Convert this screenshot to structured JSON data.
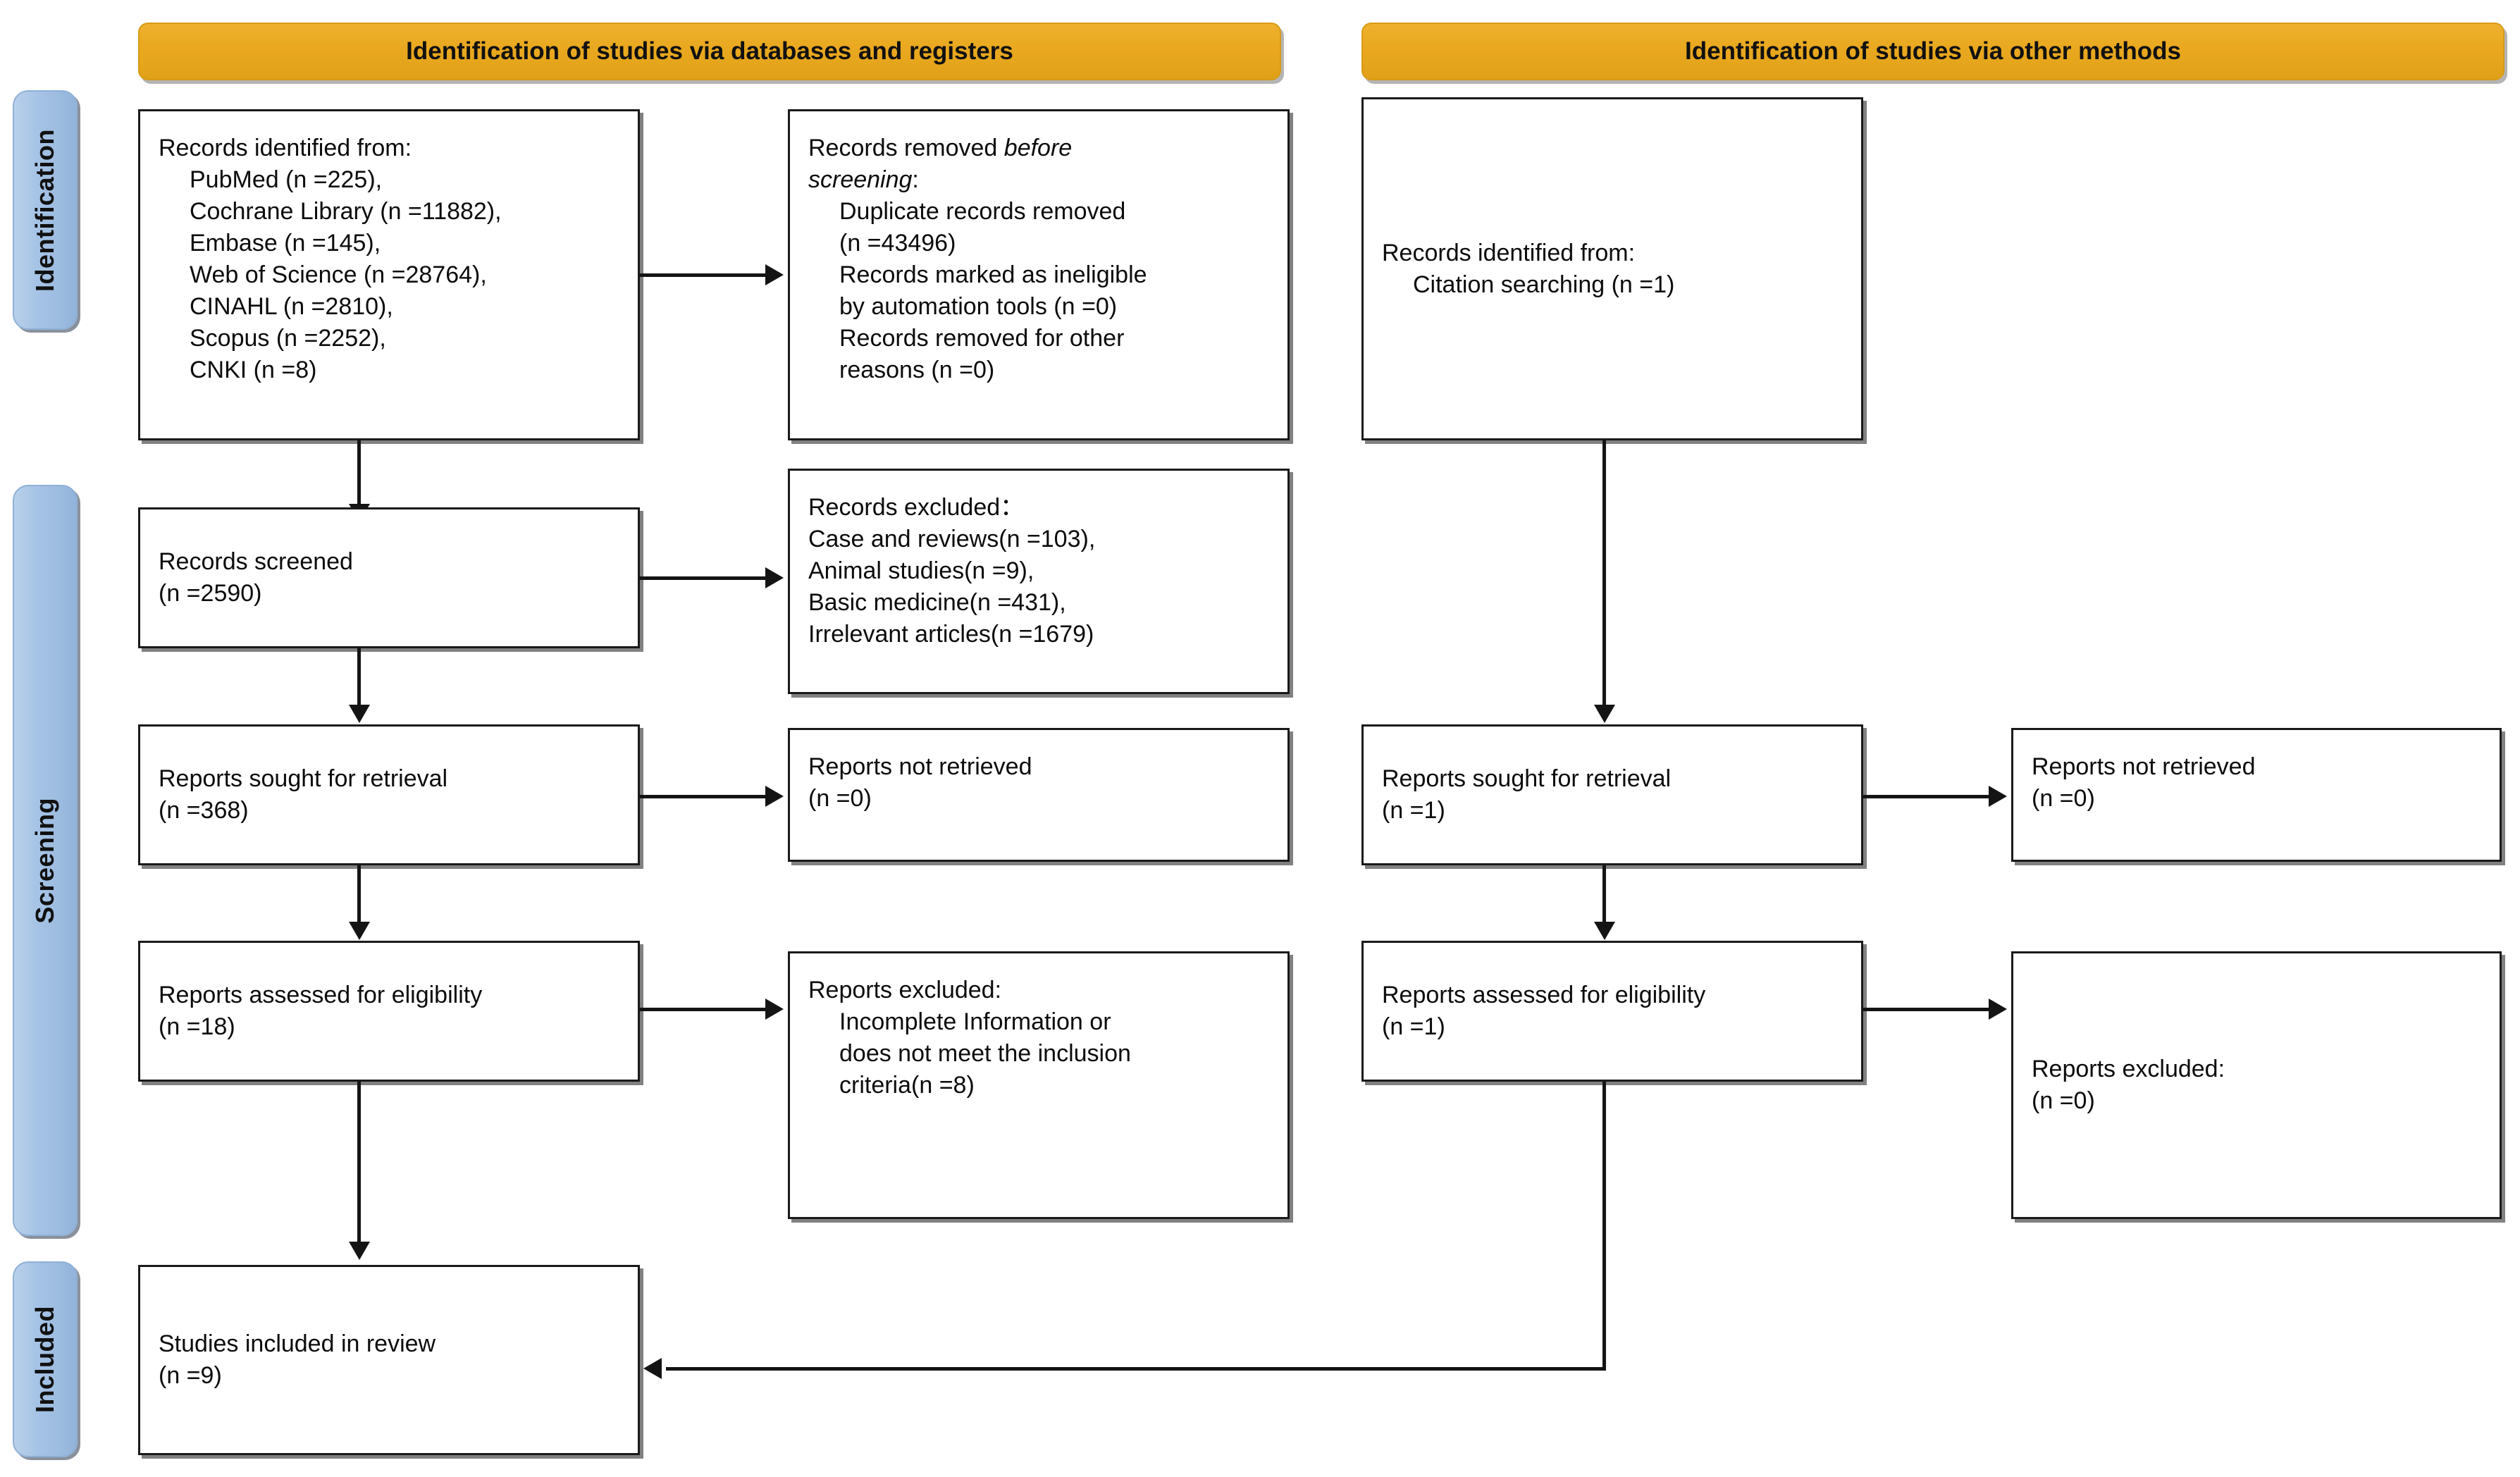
{
  "diagram": {
    "type": "PRISMA flow diagram",
    "phases": [
      {
        "id": "identification",
        "label": "Identification"
      },
      {
        "id": "screening",
        "label": "Screening"
      },
      {
        "id": "included",
        "label": "Included"
      }
    ],
    "banners": [
      {
        "id": "databases",
        "label": "Identification of studies via databases and registers"
      },
      {
        "id": "other-methods",
        "label": "Identification of studies via other methods"
      }
    ],
    "colors": {
      "banner": "#E9A81F",
      "phase_pill": "#A6C4E6",
      "box_border": "#1A1A1A",
      "connector": "#141414",
      "background": "#FFFFFF"
    },
    "boxes": {
      "records_identified_db": {
        "lines": [
          {
            "text": "Records identified from:",
            "indent": false
          },
          {
            "text": "PubMed (n =225),",
            "indent": true
          },
          {
            "text": "Cochrane Library (n =11882),",
            "indent": true
          },
          {
            "text": "Embase (n =145),",
            "indent": true
          },
          {
            "text": "Web of Science (n =28764),",
            "indent": true
          },
          {
            "text": "CINAHL (n =2810),",
            "indent": true
          },
          {
            "text": "Scopus (n =2252),",
            "indent": true
          },
          {
            "text": "CNKI (n =8)",
            "indent": true
          }
        ]
      },
      "records_removed_before_screening": {
        "lines": [
          {
            "text": "Records removed ",
            "italic_tail": "before",
            "indent": false
          },
          {
            "text": "",
            "italic_lead": "screening",
            "tail": ":",
            "indent": false
          },
          {
            "text": "Duplicate records removed",
            "indent": true
          },
          {
            "text": "(n =43496)",
            "indent": true
          },
          {
            "text": "Records marked as ineligible",
            "indent": true
          },
          {
            "text": "by automation tools (n =0)",
            "indent": true
          },
          {
            "text": "Records removed for other",
            "indent": true
          },
          {
            "text": "reasons (n =0)",
            "indent": true
          }
        ]
      },
      "records_screened": {
        "lines": [
          {
            "text": "Records screened",
            "indent": false
          },
          {
            "text": "(n =2590)",
            "indent": false
          }
        ]
      },
      "records_excluded": {
        "lines": [
          {
            "text": "Records excluded：",
            "indent": false
          },
          {
            "text": "Case and reviews(n =103),",
            "indent": false
          },
          {
            "text": "Animal studies(n =9),",
            "indent": false
          },
          {
            "text": "Basic medicine(n =431),",
            "indent": false
          },
          {
            "text": "Irrelevant articles(n =1679)",
            "indent": false
          }
        ]
      },
      "reports_sought_db": {
        "lines": [
          {
            "text": "Reports sought for retrieval",
            "indent": false
          },
          {
            "text": "(n =368)",
            "indent": false
          }
        ]
      },
      "reports_not_retrieved_db": {
        "lines": [
          {
            "text": "Reports not retrieved",
            "indent": false
          },
          {
            "text": "(n =0)",
            "indent": false
          }
        ]
      },
      "reports_assessed_db": {
        "lines": [
          {
            "text": "Reports assessed for eligibility",
            "indent": false
          },
          {
            "text": "(n =18)",
            "indent": false
          }
        ]
      },
      "reports_excluded_db": {
        "lines": [
          {
            "text": "Reports excluded:",
            "indent": false
          },
          {
            "text": "Incomplete Information or",
            "indent": true
          },
          {
            "text": "does not meet the inclusion",
            "indent": true
          },
          {
            "text": "criteria(n =8)",
            "indent": true
          }
        ]
      },
      "records_identified_other": {
        "lines": [
          {
            "text": "Records identified from:",
            "indent": false
          },
          {
            "text": "Citation searching (n =1)",
            "indent": true
          }
        ]
      },
      "reports_sought_other": {
        "lines": [
          {
            "text": "Reports sought for retrieval",
            "indent": false
          },
          {
            "text": "(n =1)",
            "indent": false
          }
        ]
      },
      "reports_not_retrieved_other": {
        "lines": [
          {
            "text": "Reports not retrieved",
            "indent": false
          },
          {
            "text": "(n =0)",
            "indent": false
          }
        ]
      },
      "reports_assessed_other": {
        "lines": [
          {
            "text": "Reports assessed for eligibility",
            "indent": false
          },
          {
            "text": "(n =1)",
            "indent": false
          }
        ]
      },
      "reports_excluded_other": {
        "lines": [
          {
            "text": "Reports excluded:",
            "indent": false
          },
          {
            "text": "(n =0)",
            "indent": false
          }
        ]
      },
      "studies_included": {
        "lines": [
          {
            "text": "Studies included in review",
            "indent": false
          },
          {
            "text": "(n =9)",
            "indent": false
          }
        ]
      }
    }
  }
}
